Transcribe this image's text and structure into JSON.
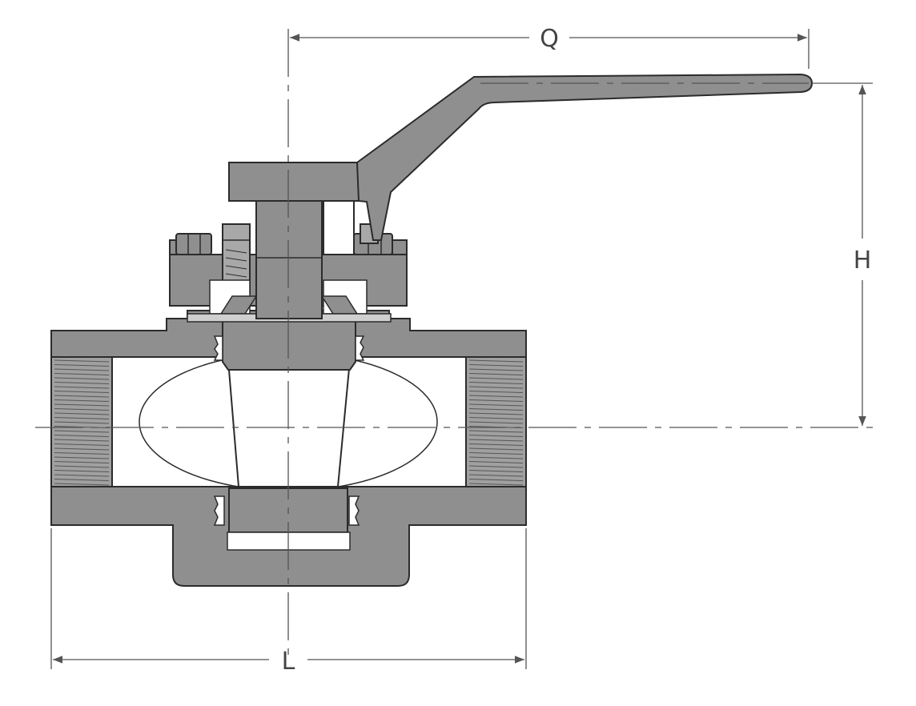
{
  "dimensions": {
    "q_label": "Q",
    "h_label": "H",
    "l_label": "L"
  },
  "colors": {
    "body_fill": "#8f8f8f",
    "outline": "#2b2b2b",
    "line": "#555555",
    "background": "#ffffff",
    "cavity": "#ffffff"
  }
}
